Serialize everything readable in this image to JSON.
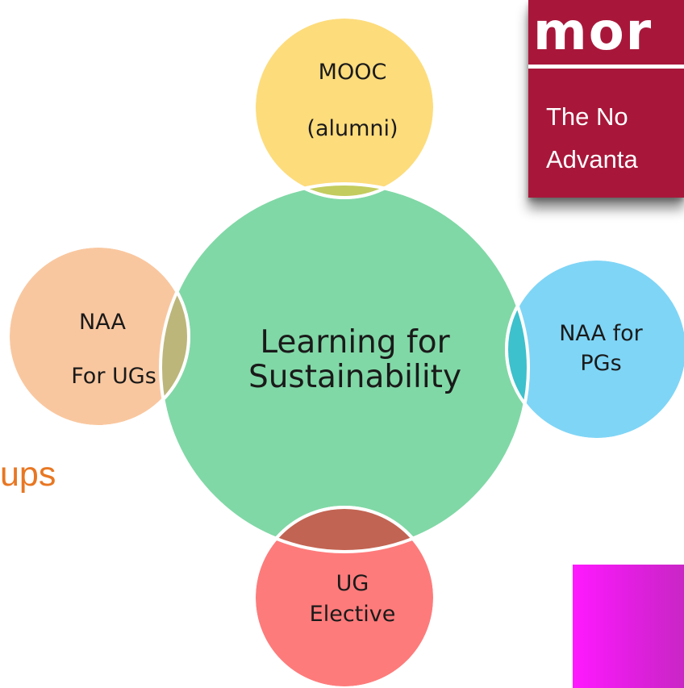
{
  "logo": {
    "word": "mor",
    "line1": "The No",
    "line2": "Advanta"
  },
  "side_text": "ups",
  "diagram": {
    "center": {
      "line1": "Learning for",
      "line2": "Sustainability",
      "color": "#80d8a6"
    },
    "nodes": {
      "top": {
        "line1": "MOOC",
        "line2": "(alumni)",
        "color": "#fddc7c"
      },
      "left": {
        "line1": "NAA",
        "line2": "For UGs",
        "color": "#f9c79f"
      },
      "right": {
        "line1": "NAA for",
        "line2": "PGs",
        "color": "#7fd5f6"
      },
      "bottom": {
        "line1": "UG",
        "line2": "Elective",
        "color": "#fe7b7b"
      }
    },
    "overlap_colors": {
      "top": "#c3cc5e",
      "left": "#bcb67a",
      "right": "#3dc1cc",
      "bottom": "#c26453"
    }
  },
  "colors": {
    "logo_bg": "#a8173a",
    "side_text": "#e87722",
    "magenta_box": "#f21af2"
  }
}
